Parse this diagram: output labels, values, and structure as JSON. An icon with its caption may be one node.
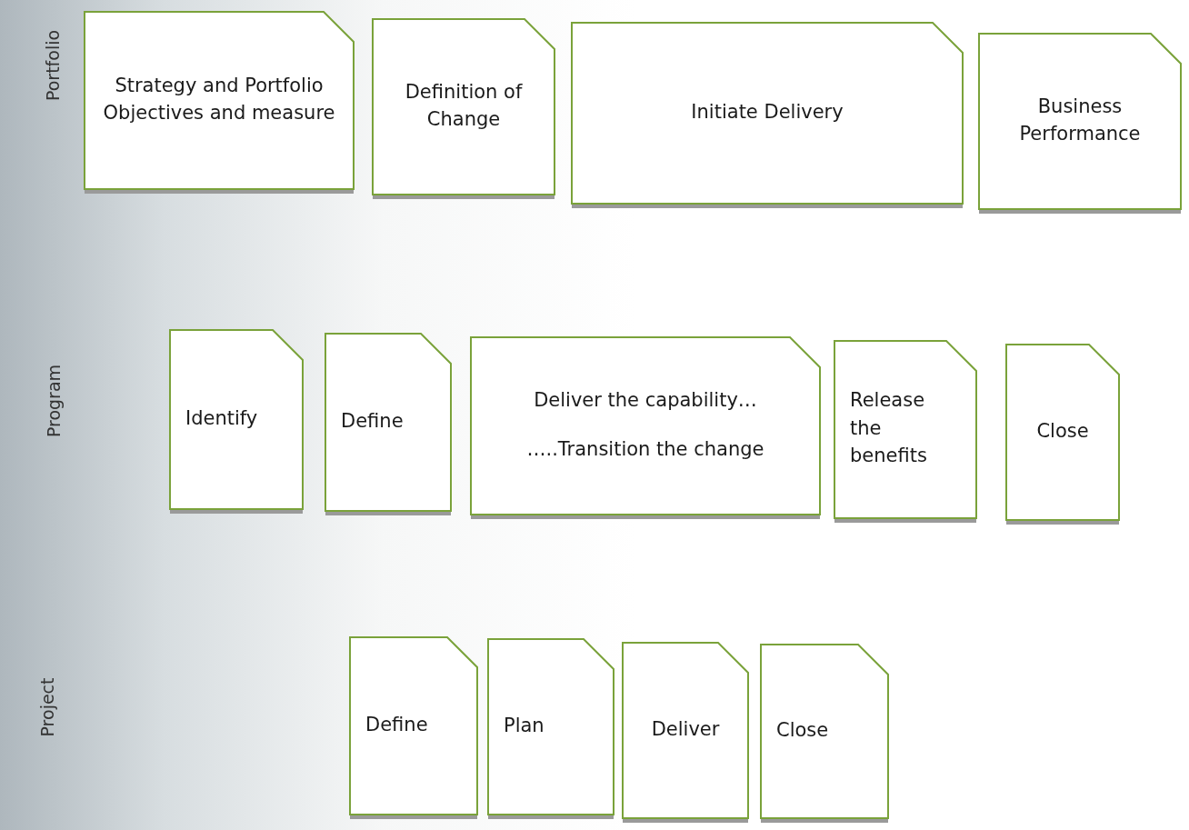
{
  "diagram": {
    "nodes": [
      {
        "text": [
          "Strategy and Portfolio Objectives and measure"
        ]
      },
      {
        "text": [
          "Definition of Change"
        ]
      },
      {
        "text": [
          "Initiate Delivery"
        ]
      },
      {
        "text": [
          "Business Performance"
        ]
      },
      {
        "text": [
          "Identify"
        ]
      },
      {
        "text": [
          "Define"
        ]
      },
      {
        "text": [
          "Deliver the capability…",
          "…..Transition the change"
        ]
      },
      {
        "text": [
          "Release the benefits"
        ]
      },
      {
        "text": [
          "Close"
        ]
      },
      {
        "text": [
          "Define"
        ]
      },
      {
        "text": [
          "Plan"
        ]
      },
      {
        "text": [
          "Deliver"
        ]
      },
      {
        "text": [
          "Close"
        ]
      }
    ],
    "labels": [
      "Portfolio",
      "Program",
      "Project"
    ]
  }
}
